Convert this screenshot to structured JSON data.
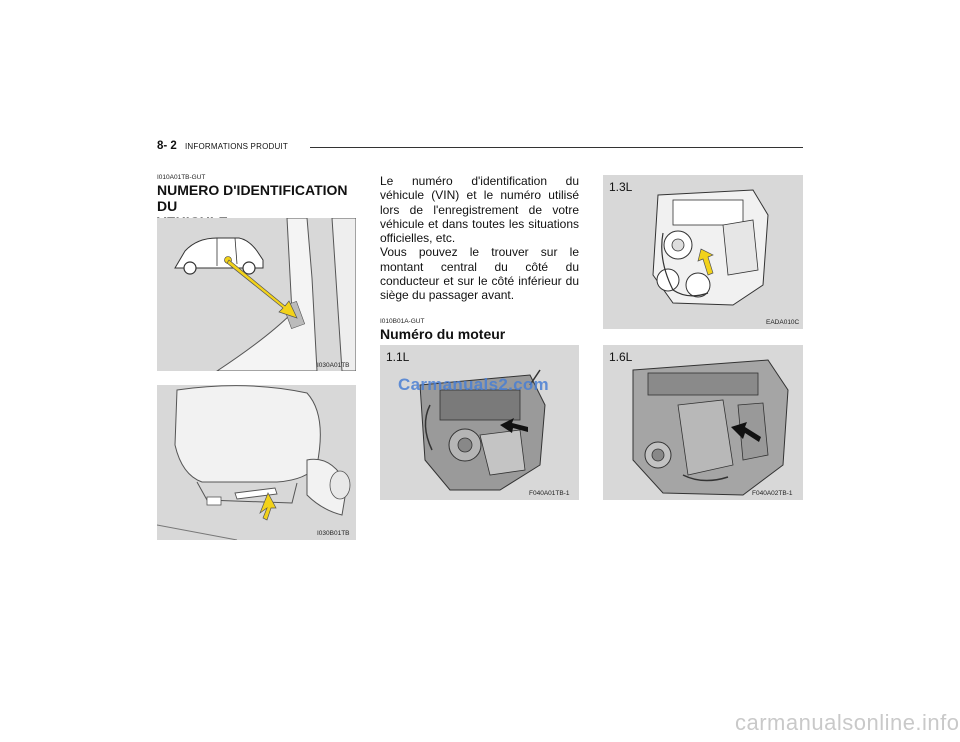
{
  "header": {
    "page_number": "8- 2",
    "section_title": "INFORMATIONS PRODUIT"
  },
  "vin": {
    "code": "I010A01TB-GUT",
    "title_line1": "NUMERO D'IDENTIFICATION DU",
    "title_line2": "VEHICULE",
    "image1_caption": "I030A01TB",
    "image2_caption": "I030B01TB"
  },
  "description": {
    "paragraph1": "Le numéro d'identification du véhicule (VIN) et le numéro utilisé lors de l'enregistrement de votre véhicule et dans toutes les situations officielles, etc.",
    "paragraph2": "Vous pouvez le trouver sur le montant central du côté du conducteur et sur le côté inférieur du siège du passager avant."
  },
  "engine": {
    "code": "I010B01A-GUT",
    "title": "Numéro du moteur",
    "panels": [
      {
        "label": "1.1L",
        "caption": "F040A01TB-1"
      },
      {
        "label": "1.3L",
        "caption": "EADA010C"
      },
      {
        "label": "1.6L",
        "caption": "F040A02TB-1"
      }
    ]
  },
  "watermark": "Carmanuals2.com",
  "footer_watermark": "carmanualsonline.info",
  "colors": {
    "panel_bg": "#d8d8d8",
    "arrow_yellow": "#f2d21a",
    "watermark_blue": "#4a7fd4"
  }
}
